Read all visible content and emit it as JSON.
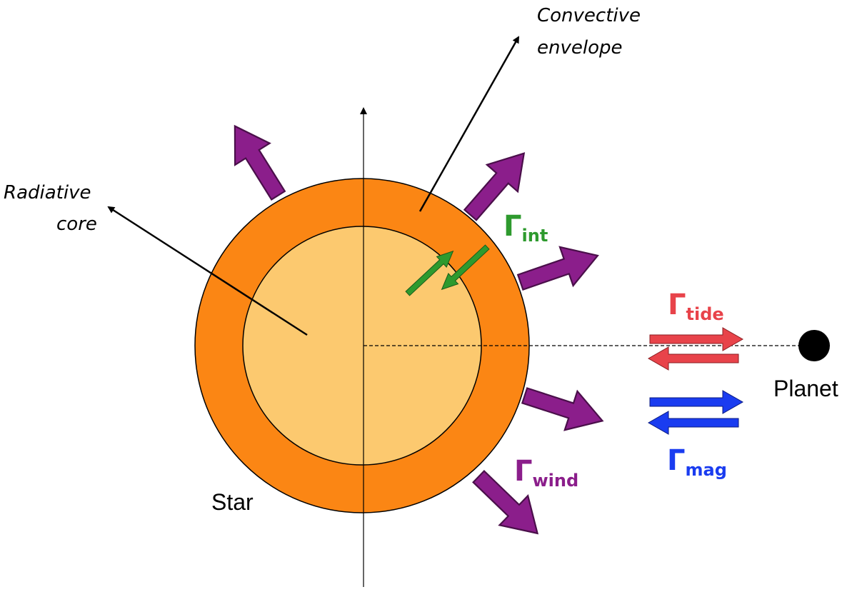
{
  "labels": {
    "radiative_core": [
      "Radiative",
      "core"
    ],
    "convective_envelope": [
      "Convective",
      "envelope"
    ],
    "star": "Star",
    "planet": "Planet"
  },
  "torques": {
    "int": {
      "symbol": "Γ",
      "subscript": "int"
    },
    "tide": {
      "symbol": "Γ",
      "subscript": "tide"
    },
    "wind": {
      "symbol": "Γ",
      "subscript": "wind"
    },
    "mag": {
      "symbol": "Γ",
      "subscript": "mag"
    }
  },
  "colors": {
    "envelope": "#fb8614",
    "core": "#fcc96f",
    "wind_arrow": "#8b1e8b",
    "int_arrow": "#2e9a2e",
    "tide_arrow": "#e8434a",
    "mag_arrow": "#1a3cf0",
    "planet": "#000000",
    "axis": "#000000"
  }
}
